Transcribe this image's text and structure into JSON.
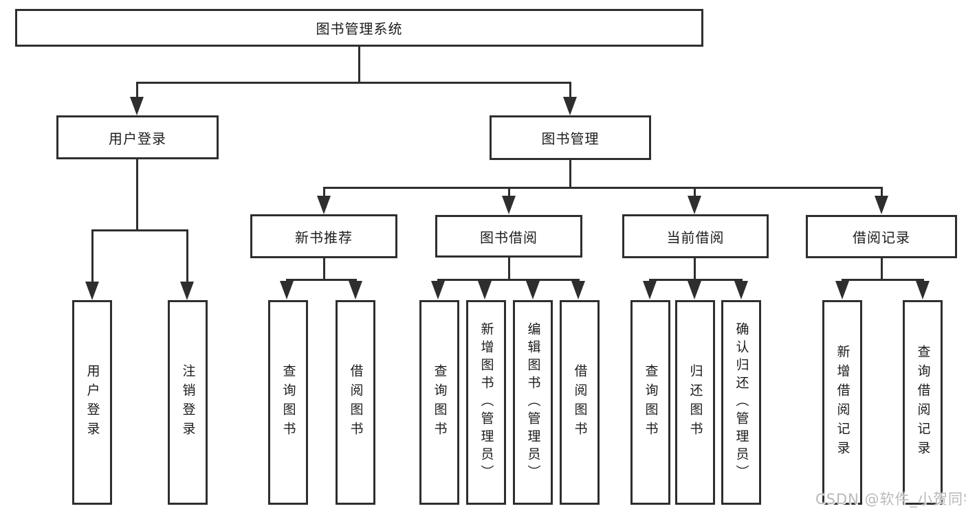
{
  "tree": {
    "label": "图书管理系统",
    "children": [
      {
        "label": "用户登录",
        "children": [
          {
            "label": "用户登录"
          },
          {
            "label": "注销登录"
          }
        ]
      },
      {
        "label": "图书管理",
        "children": [
          {
            "label": "新书推荐",
            "children": [
              {
                "label": "查询图书"
              },
              {
                "label": "借阅图书"
              }
            ]
          },
          {
            "label": "图书借阅",
            "children": [
              {
                "label": "查询图书"
              },
              {
                "label": "新增图书（管理员）"
              },
              {
                "label": "编辑图书（管理员）"
              },
              {
                "label": "借阅图书"
              }
            ]
          },
          {
            "label": "当前借阅",
            "children": [
              {
                "label": "查询图书"
              },
              {
                "label": "归还图书"
              },
              {
                "label": "确认归还（管理员）"
              }
            ]
          },
          {
            "label": "借阅记录",
            "children": [
              {
                "label": "新增借阅记录"
              },
              {
                "label": "查询借阅记录"
              }
            ]
          }
        ]
      }
    ]
  },
  "watermark": {
    "text": "CSDN @软件_小贺同学"
  },
  "colors": {
    "line": "#2e2e2e",
    "text": "#1c1c1c",
    "background": "#ffffff",
    "watermark": "#b9b9b9"
  }
}
